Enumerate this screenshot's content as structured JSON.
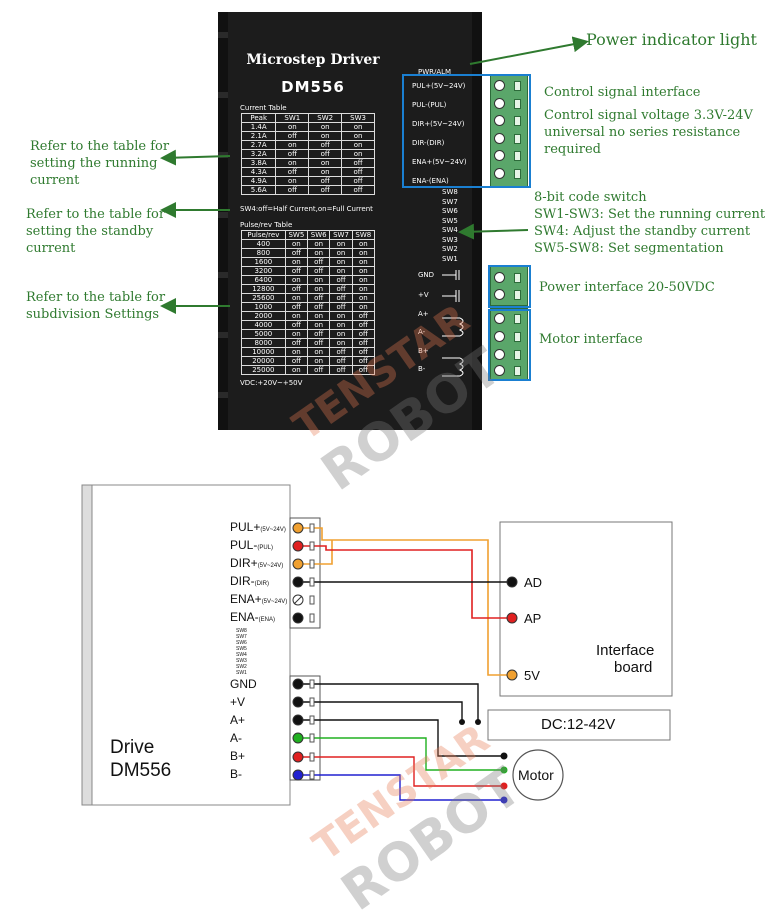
{
  "driver": {
    "title_line1": "Microstep Driver",
    "title_line2": "DM556",
    "current_table": {
      "title": "Current Table",
      "headers": [
        "Peak",
        "SW1",
        "SW2",
        "SW3"
      ],
      "rows": [
        [
          "1.4A",
          "on",
          "on",
          "on"
        ],
        [
          "2.1A",
          "off",
          "on",
          "on"
        ],
        [
          "2.7A",
          "on",
          "off",
          "on"
        ],
        [
          "3.2A",
          "off",
          "off",
          "on"
        ],
        [
          "3.8A",
          "on",
          "on",
          "off"
        ],
        [
          "4.3A",
          "off",
          "on",
          "off"
        ],
        [
          "4.9A",
          "on",
          "off",
          "off"
        ],
        [
          "5.6A",
          "off",
          "off",
          "off"
        ]
      ]
    },
    "sw4_note": "SW4:off=Half Current,on=Full Current",
    "pulse_table": {
      "title": "Pulse/rev Table",
      "headers": [
        "Pulse/rev",
        "SW5",
        "SW6",
        "SW7",
        "SW8"
      ],
      "rows": [
        [
          "400",
          "on",
          "on",
          "on",
          "on"
        ],
        [
          "800",
          "off",
          "on",
          "on",
          "on"
        ],
        [
          "1600",
          "on",
          "off",
          "on",
          "on"
        ],
        [
          "3200",
          "off",
          "off",
          "on",
          "on"
        ],
        [
          "6400",
          "on",
          "on",
          "off",
          "on"
        ],
        [
          "12800",
          "off",
          "on",
          "off",
          "on"
        ],
        [
          "25600",
          "on",
          "off",
          "off",
          "on"
        ],
        [
          "1000",
          "off",
          "off",
          "off",
          "on"
        ],
        [
          "2000",
          "on",
          "on",
          "on",
          "off"
        ],
        [
          "4000",
          "off",
          "on",
          "on",
          "off"
        ],
        [
          "5000",
          "on",
          "off",
          "on",
          "off"
        ],
        [
          "8000",
          "off",
          "off",
          "on",
          "off"
        ],
        [
          "10000",
          "on",
          "on",
          "off",
          "off"
        ],
        [
          "20000",
          "off",
          "on",
          "off",
          "off"
        ],
        [
          "25000",
          "on",
          "off",
          "off",
          "off"
        ]
      ]
    },
    "vdc": "VDC:+20V~+50V",
    "pwr_alm": "PWR/ALM",
    "signal_pins": [
      "PUL+(5V~24V)",
      "PUL-(PUL)",
      "DIR+(5V~24V)",
      "DIR-(DIR)",
      "ENA+(5V~24V)",
      "ENA-(ENA)"
    ],
    "switches": [
      "SW8",
      "SW7",
      "SW6",
      "SW5",
      "SW4",
      "SW3",
      "SW2",
      "SW1"
    ],
    "power_pins": [
      "GND",
      "+V"
    ],
    "motor_pins": [
      "A+",
      "A-",
      "B+",
      "B-"
    ]
  },
  "annotations": {
    "power_light": "Power indicator light",
    "control_interface": "Control signal interface",
    "control_voltage": [
      "Control signal voltage 3.3V-24V",
      "universal no series resistance",
      "required"
    ],
    "code_switch": [
      "8-bit code switch",
      "SW1-SW3: Set the running current",
      "SW4: Adjust the standby current",
      "SW5-SW8: Set segmentation"
    ],
    "power_interface": "Power interface 20-50VDC",
    "motor_interface": "Motor interface",
    "running_current": [
      "Refer to the table for",
      "setting the running",
      "current"
    ],
    "standby_current": [
      "Refer to the table for",
      "setting the standby",
      "current"
    ],
    "subdivision": [
      "Refer to the table for",
      "subdivision Settings"
    ]
  },
  "wiring": {
    "signal_pins": [
      {
        "main": "PUL+",
        "sub": "(5V~24V)"
      },
      {
        "main": "PUL-",
        "sub": "(PUL)"
      },
      {
        "main": "DIR+",
        "sub": "(5V~24V)"
      },
      {
        "main": "DIR-",
        "sub": "(DIR)"
      },
      {
        "main": "ENA+",
        "sub": "(5V~24V)"
      },
      {
        "main": "ENA-",
        "sub": "(ENA)"
      }
    ],
    "switches": [
      "SW8",
      "SW7",
      "SW6",
      "SW5",
      "SW4",
      "SW3",
      "SW2",
      "SW1"
    ],
    "power_motor_pins": [
      "GND",
      "+V",
      "A+",
      "A-",
      "B+",
      "B-"
    ],
    "drive_label_1": "Drive",
    "drive_label_2": "DM556",
    "board_label_1": "Interface",
    "board_label_2": "board",
    "board_ad": "AD",
    "board_ap": "AP",
    "board_5v": "5V",
    "dc_label": "DC:12-42V",
    "motor_label": "Motor"
  },
  "watermark": {
    "line1": "TENSTAR",
    "line2": "ROBOT"
  },
  "colors": {
    "annotation_green": "#2f7a2f",
    "highlight_blue": "#1a7fd1",
    "terminal_green": "#5aa66a",
    "wire_orange": "#f0a030",
    "wire_red": "#e02020",
    "wire_black": "#111111",
    "wire_green": "#20b020",
    "wire_blue": "#2020d0"
  }
}
